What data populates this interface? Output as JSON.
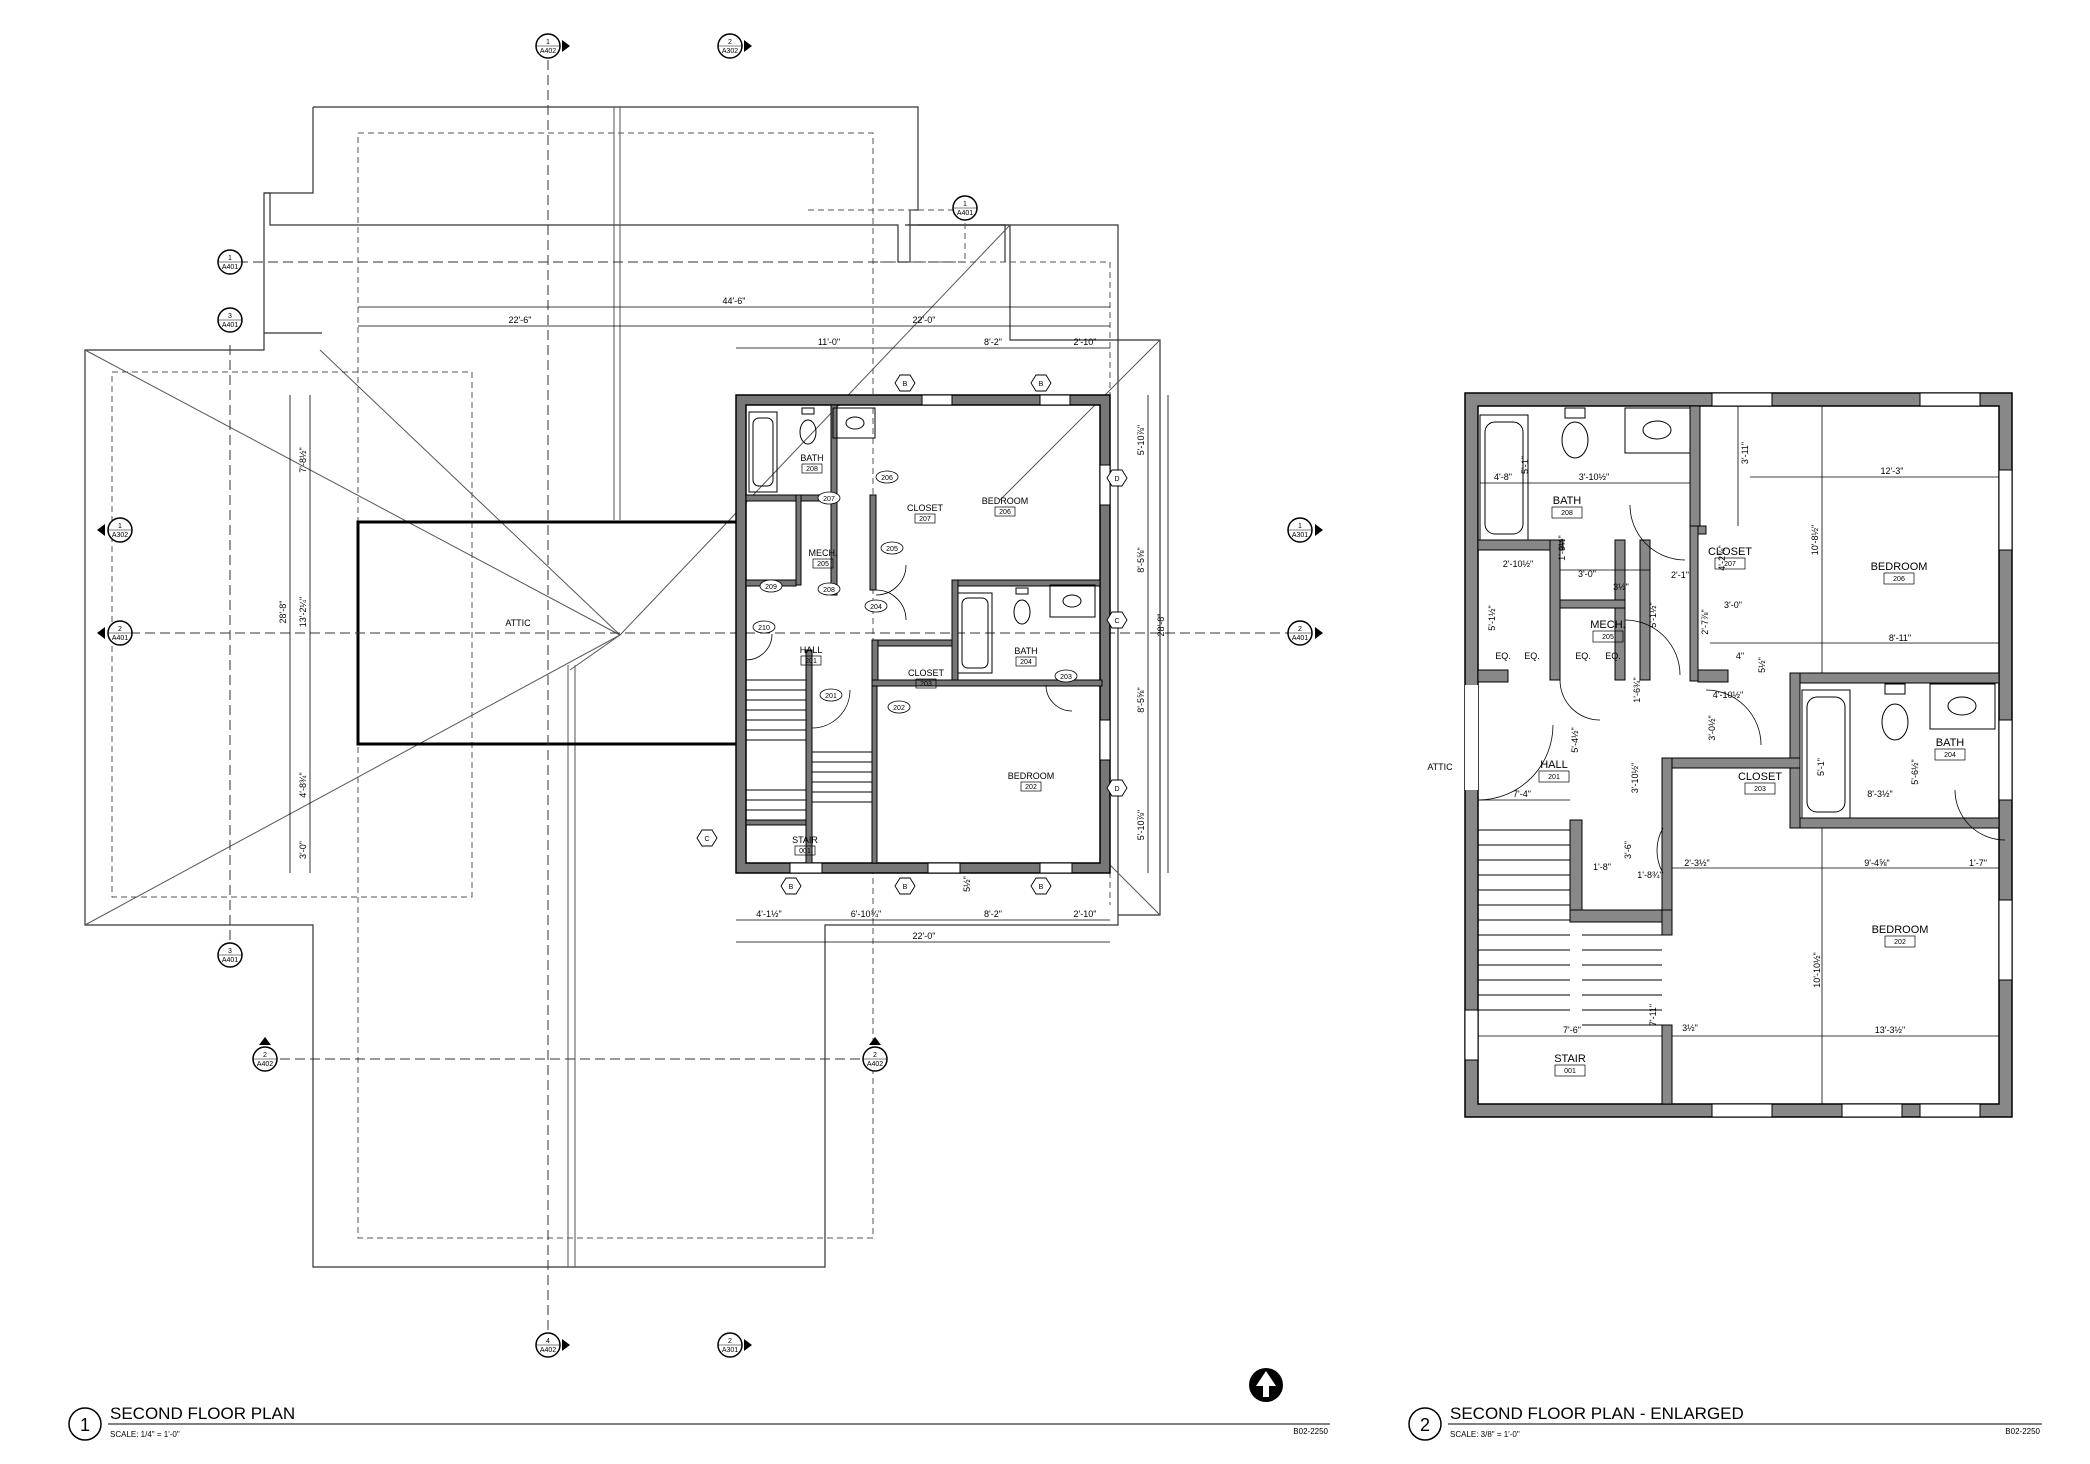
{
  "plan1": {
    "number": "1",
    "title": "SECOND FLOOR PLAN",
    "scale": "SCALE:  1/4\" = 1'-0\"",
    "sheet_ref": "B02-2250",
    "rooms": [
      {
        "name": "BATH",
        "num": "208"
      },
      {
        "name": "BEDROOM",
        "num": "206"
      },
      {
        "name": "CLOSET",
        "num": "207"
      },
      {
        "name": "MECH.",
        "num": "205"
      },
      {
        "name": "HALL",
        "num": "201"
      },
      {
        "name": "BATH",
        "num": "204"
      },
      {
        "name": "CLOSET",
        "num": "203"
      },
      {
        "name": "BEDROOM",
        "num": "202"
      },
      {
        "name": "STAIR",
        "num": "001"
      }
    ],
    "attic": "ATTIC",
    "doors": [
      "206",
      "207",
      "205",
      "208",
      "209",
      "204",
      "210",
      "201",
      "202",
      "203"
    ],
    "dims": {
      "overall": "44'-6\"",
      "left_half": "22'-6\"",
      "right_half": "22'-0\"",
      "top_a": "11'-0\"",
      "top_b": "8'-2\"",
      "top_c": "2'-10\"",
      "bottom_a": "4'-1½\"",
      "bottom_b": "6'-10¾\"",
      "bottom_c": "8'-2\"",
      "bottom_d": "2'-10\"",
      "bottom_total": "22'-0\"",
      "left_a": "7'-8½\"",
      "left_b": "13'-2¼\"",
      "left_total": "28'-8\"",
      "left_c": "4'-8¾\"",
      "left_d": "3'-0\"",
      "right_a": "5'-10⅞\"",
      "right_b": "8'-5⅝\"",
      "right_c": "8'-5⅝\"",
      "right_d": "5'-10⅞\"",
      "right_total": "28'-8\"",
      "bottom_small": "5½\""
    },
    "tags": {
      "top_1": "1",
      "top_1_ref": "A402",
      "top_2": "2",
      "top_2_ref": "A302",
      "left_1": "1",
      "left_1_ref": "A401",
      "left_3": "3",
      "left_3_ref": "A401",
      "top_right": "1",
      "top_right_ref": "A401",
      "mid_left": "1",
      "mid_left_ref": "A302",
      "mid_left2": "2",
      "mid_left2_ref": "A401",
      "mid_right": "1",
      "mid_right_ref": "A301",
      "mid_right2": "2",
      "mid_right2_ref": "A401",
      "lower_left": "3",
      "lower_left_ref": "A401",
      "bl": "2",
      "bl_ref": "A402",
      "br": "2",
      "br_ref": "A402",
      "bot_4": "4",
      "bot_4_ref": "A402",
      "bot_2": "2",
      "bot_2_ref": "A301",
      "hex_b": "B",
      "hex_c": "C",
      "hex_d": "D"
    }
  },
  "plan2": {
    "number": "2",
    "title": "SECOND FLOOR PLAN - ENLARGED",
    "scale": "SCALE:  3/8\" = 1'-0\"",
    "sheet_ref": "B02-2250",
    "attic": "ATTIC",
    "rooms": [
      {
        "name": "BATH",
        "num": "208"
      },
      {
        "name": "CLOSET",
        "num": "207"
      },
      {
        "name": "BEDROOM",
        "num": "206"
      },
      {
        "name": "MECH.",
        "num": "205"
      },
      {
        "name": "HALL",
        "num": "201"
      },
      {
        "name": "CLOSET",
        "num": "203"
      },
      {
        "name": "BATH",
        "num": "204"
      },
      {
        "name": "BEDROOM",
        "num": "202"
      },
      {
        "name": "STAIR",
        "num": "001"
      }
    ],
    "eq": "EQ.",
    "dims": {
      "d1": "4'-8\"",
      "d2": "3'-10½\"",
      "d3": "5'-1\"",
      "d4": "3'-11\"",
      "d5": "12'-3\"",
      "d6": "10'-8½\"",
      "d7": "2'-10½\"",
      "d8": "3'-0\"",
      "d9": "3½\"",
      "d10": "3'-0\"",
      "d11": "4'-2⅞\"",
      "d12": "8'-11\"",
      "d13": "5'-1½\"",
      "d14": "2'-7⅞\"",
      "d15": "4'-10½\"",
      "d16": "3'-0½\"",
      "d17": "5'-4½\"",
      "d18": "3'-10½\"",
      "d19": "7'-4\"",
      "d20": "5'-1\"",
      "d21": "8'-3½\"",
      "d22": "5'-6½\"",
      "d23": "9'-4⅝\"",
      "d24": "1'-7\"",
      "d25": "1'-8\"",
      "d26": "1'-8¾\"",
      "d27": "2'-3½\"",
      "d28": "10'-10½\"",
      "d29": "7'-6\"",
      "d30": "13'-3½\"",
      "d31": "3½\"",
      "d32": "1'-6¾\"",
      "d33": "7'-11\"",
      "d34": "5½\"",
      "d35": "4\"",
      "d36": "2'-1\"",
      "d37": "1'-9½\"",
      "d38": "3'-6\"",
      "d39": "5'-1½\""
    }
  }
}
